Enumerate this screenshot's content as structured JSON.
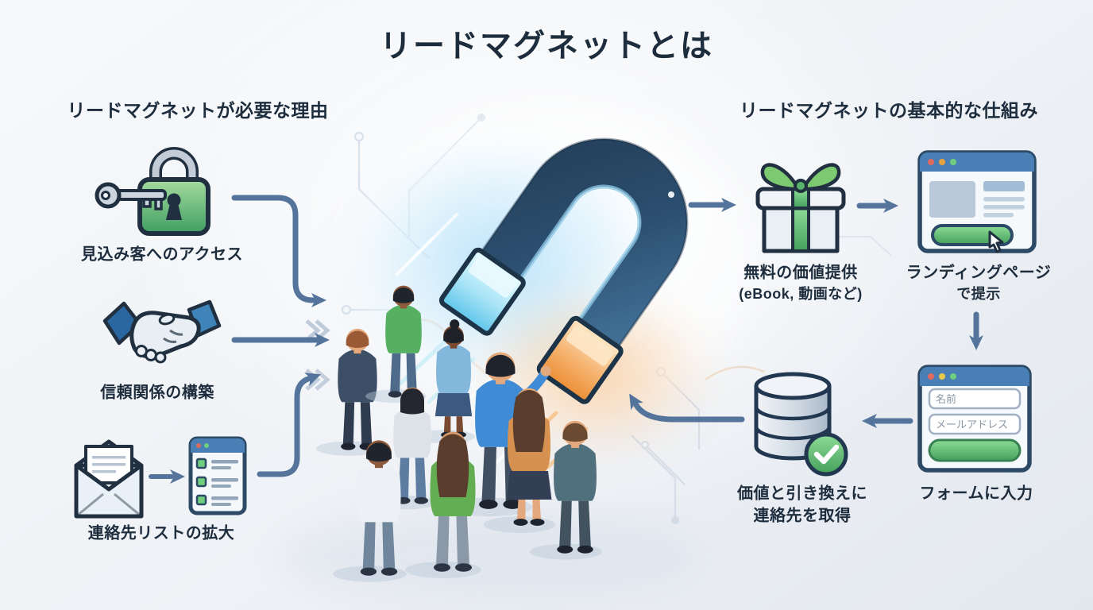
{
  "title": "リードマグネットとは",
  "left_section": {
    "heading": "リードマグネットが必要な理由",
    "items": [
      {
        "icon": "lock-key-icon",
        "label": "見込み客へのアクセス"
      },
      {
        "icon": "handshake-icon",
        "label": "信頼関係の構築"
      },
      {
        "icon": "envelope-to-list-icon",
        "label": "連絡先リストの拡大"
      }
    ]
  },
  "right_section": {
    "heading": "リードマグネットの基本的な仕組み",
    "items": [
      {
        "icon": "gift-icon",
        "label": "無料の価値提供",
        "sublabel": "(eBook, 動画など)"
      },
      {
        "icon": "landing-page-icon",
        "label": "ランディングページ",
        "sublabel": "で提示"
      },
      {
        "icon": "form-window-icon",
        "label": "フォームに入力",
        "fields": [
          {
            "placeholder": "名前"
          },
          {
            "placeholder": "メールアドレス"
          }
        ]
      },
      {
        "icon": "database-check-icon",
        "label": "価値と引き換えに",
        "sublabel": "連絡先を取得"
      }
    ]
  },
  "center_illustration": {
    "name": "horseshoe-magnet-attracting-people",
    "people_count": 9,
    "magnet_poles": {
      "left_pole": "cyan",
      "right_pole": "orange"
    }
  },
  "colors": {
    "text": "#1e2d3d",
    "arrow": "#54749c",
    "accent_green": "#58b96b",
    "pole_cyan": "#8fd8f2",
    "pole_orange": "#f0973f",
    "magnet_body": "#2c4360",
    "window_header": "#4a7fb5",
    "background": "#eef1f6"
  }
}
